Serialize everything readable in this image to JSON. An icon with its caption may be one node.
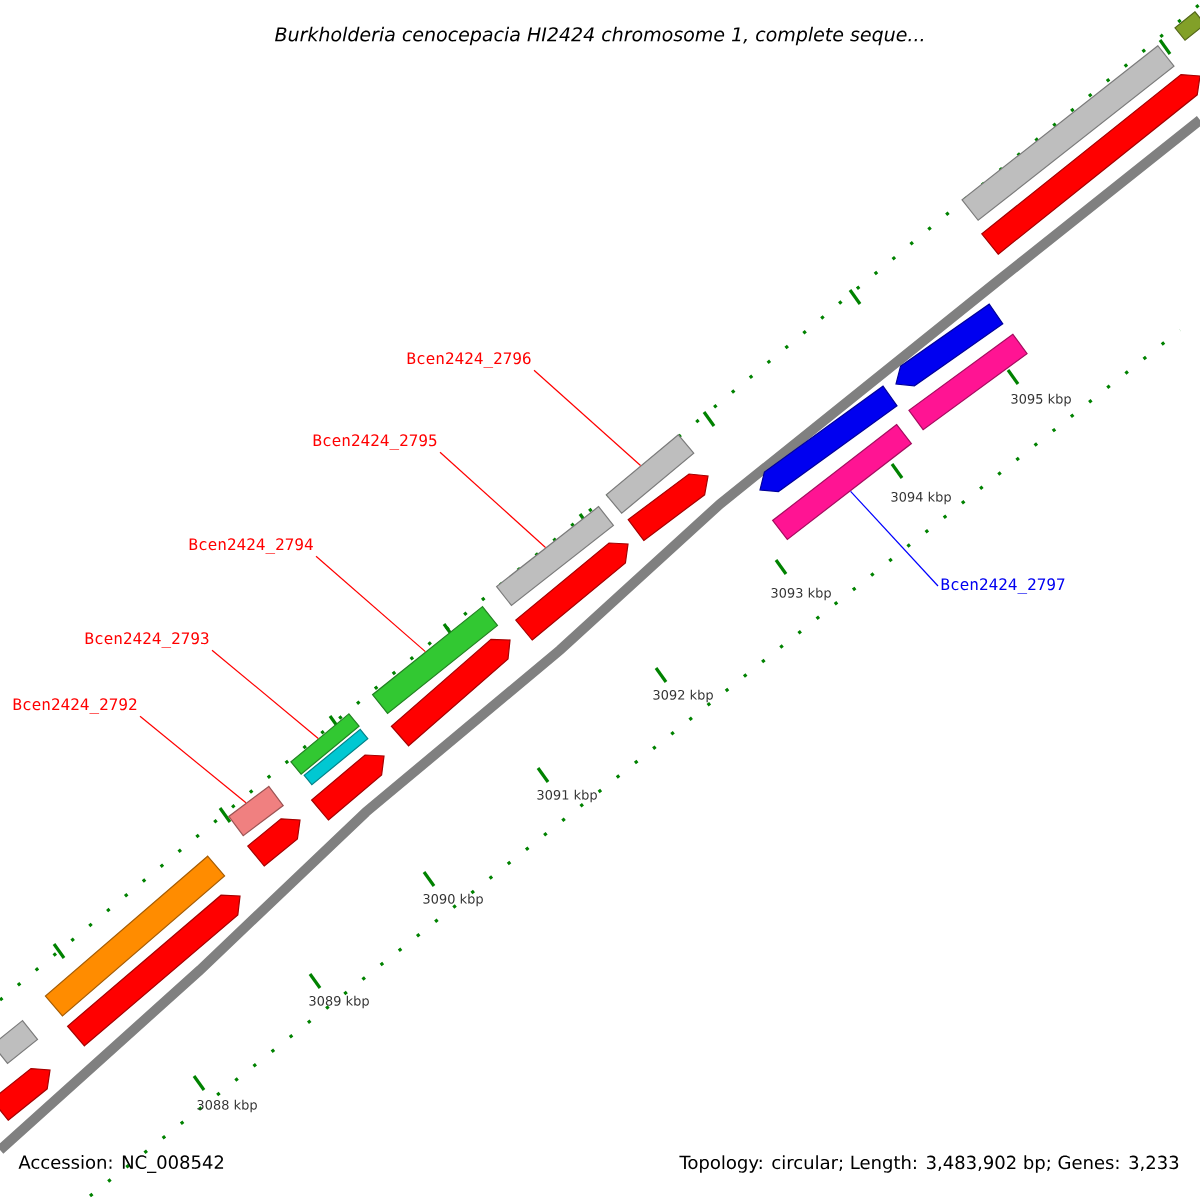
{
  "diagram": {
    "title": "*Burkholderia cenocepacia* HI2424 chromosome 1, complete seque...",
    "nodes": [
      {
        "text": [
          "Bcen2424_2792"
        ]
      },
      {
        "text": [
          "Bcen2424_2793"
        ]
      },
      {
        "text": [
          "Bcen2424_2794"
        ]
      },
      {
        "text": [
          "Bcen2424_2795"
        ]
      },
      {
        "text": [
          "Bcen2424_2796"
        ]
      },
      {
        "text": [
          "Bcen2424_2797"
        ]
      },
      {
        "text": [],
        "shape": "bar"
      },
      {
        "text": [],
        "shape": "pentagon"
      },
      {
        "text": [],
        "shape": "bar"
      },
      {
        "text": [],
        "shape": "pentagon"
      },
      {
        "text": [],
        "shape": "bar"
      },
      {
        "text": [],
        "shape": "pentagon"
      },
      {
        "text": [],
        "shape": "bar"
      },
      {
        "text": [],
        "shape": "bar"
      },
      {
        "text": [],
        "shape": "pentagon"
      },
      {
        "text": [],
        "shape": "bar"
      },
      {
        "text": [],
        "shape": "pentagon"
      },
      {
        "text": [],
        "shape": "bar"
      },
      {
        "text": [],
        "shape": "pentagon"
      },
      {
        "text": [],
        "shape": "bar"
      },
      {
        "text": [],
        "shape": "pentagon"
      },
      {
        "text": [],
        "shape": "pentagon"
      },
      {
        "text": [],
        "shape": "bar"
      },
      {
        "text": [],
        "shape": "pentagon"
      },
      {
        "text": [],
        "shape": "bar"
      },
      {
        "text": [],
        "shape": "bar"
      },
      {
        "text": [],
        "shape": "pentagon"
      },
      {
        "text": [],
        "shape": "bar"
      }
    ],
    "edges": [
      {
        "from": 0,
        "to": 10,
        "arrow": "none"
      },
      {
        "from": 1,
        "to": 12,
        "arrow": "none"
      },
      {
        "from": 2,
        "to": 15,
        "arrow": "none"
      },
      {
        "from": 3,
        "to": 17,
        "arrow": "none"
      },
      {
        "from": 4,
        "to": 19,
        "arrow": "none"
      },
      {
        "from": 5,
        "to": 22,
        "arrow": "none",
        "color": "#0000ff"
      }
    ],
    "labels": [
      "3095 kbp",
      "3094 kbp",
      "3093 kbp",
      "3092 kbp",
      "3091 kbp",
      "3090 kbp",
      "3089 kbp",
      "3088 kbp",
      "Accession: NC_008542",
      "Topology: circular; Length: 3,483,902 bp; Genes: 3,233"
    ]
  }
}
